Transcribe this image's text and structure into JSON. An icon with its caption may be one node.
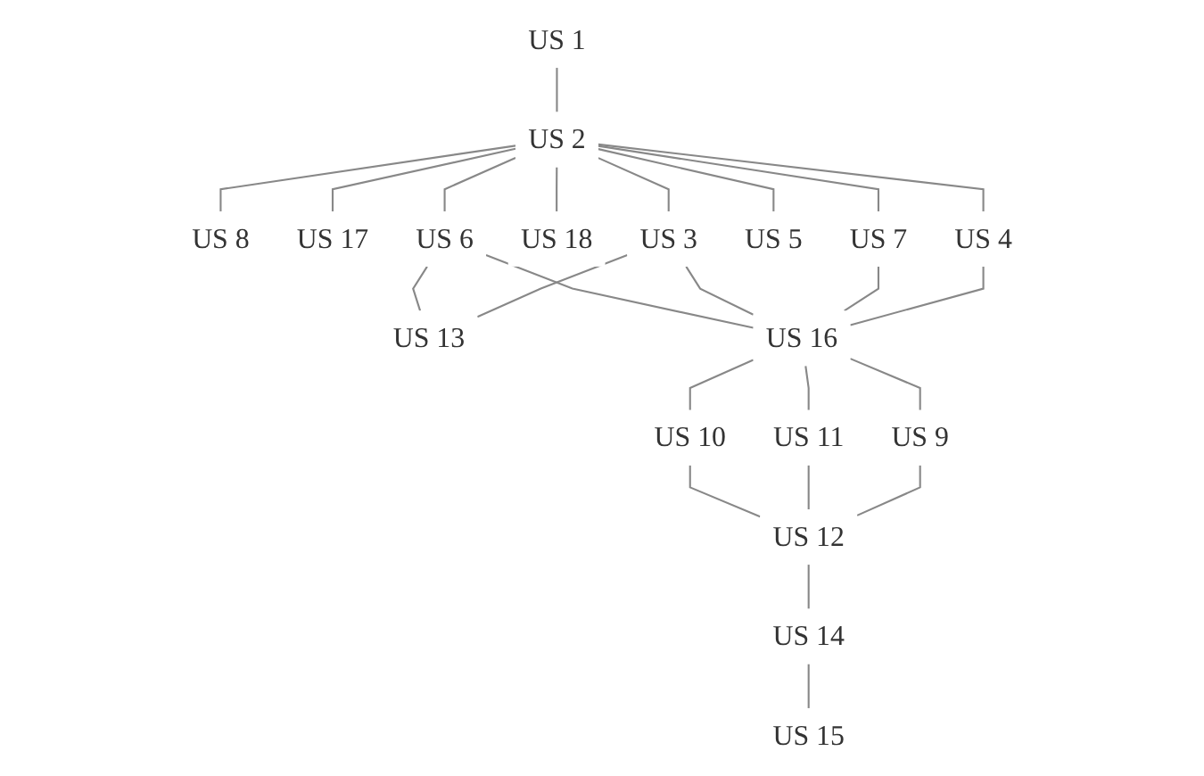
{
  "diagram": {
    "nodes": [
      {
        "text": [
          "US 1"
        ]
      },
      {
        "text": [
          "US 2"
        ]
      },
      {
        "text": [
          "US 8"
        ]
      },
      {
        "text": [
          "US 17"
        ]
      },
      {
        "text": [
          "US 6"
        ]
      },
      {
        "text": [
          "US 18"
        ]
      },
      {
        "text": [
          "US 3"
        ]
      },
      {
        "text": [
          "US 5"
        ]
      },
      {
        "text": [
          "US 7"
        ]
      },
      {
        "text": [
          "US 4"
        ]
      },
      {
        "text": [
          "US 13"
        ]
      },
      {
        "text": [
          "US 16"
        ]
      },
      {
        "text": [
          "US 10"
        ]
      },
      {
        "text": [
          "US 11"
        ]
      },
      {
        "text": [
          "US 9"
        ]
      },
      {
        "text": [
          "US 12"
        ]
      },
      {
        "text": [
          "US 14"
        ]
      },
      {
        "text": [
          "US 15"
        ]
      }
    ],
    "edges": [
      {
        "from": 0,
        "to": 1,
        "arrow": "none"
      },
      {
        "from": 1,
        "to": 2,
        "arrow": "none"
      },
      {
        "from": 1,
        "to": 3,
        "arrow": "none"
      },
      {
        "from": 1,
        "to": 4,
        "arrow": "none"
      },
      {
        "from": 1,
        "to": 5,
        "arrow": "none"
      },
      {
        "from": 1,
        "to": 6,
        "arrow": "none"
      },
      {
        "from": 1,
        "to": 7,
        "arrow": "none"
      },
      {
        "from": 1,
        "to": 8,
        "arrow": "none"
      },
      {
        "from": 1,
        "to": 9,
        "arrow": "none"
      },
      {
        "from": 4,
        "to": 10,
        "arrow": "none"
      },
      {
        "from": 6,
        "to": 10,
        "arrow": "none"
      },
      {
        "from": 4,
        "to": 11,
        "arrow": "none"
      },
      {
        "from": 6,
        "to": 11,
        "arrow": "none"
      },
      {
        "from": 8,
        "to": 11,
        "arrow": "none"
      },
      {
        "from": 9,
        "to": 11,
        "arrow": "none"
      },
      {
        "from": 11,
        "to": 12,
        "arrow": "none"
      },
      {
        "from": 11,
        "to": 13,
        "arrow": "none"
      },
      {
        "from": 11,
        "to": 14,
        "arrow": "none"
      },
      {
        "from": 12,
        "to": 15,
        "arrow": "none"
      },
      {
        "from": 13,
        "to": 15,
        "arrow": "none"
      },
      {
        "from": 14,
        "to": 15,
        "arrow": "none"
      },
      {
        "from": 15,
        "to": 16,
        "arrow": "none"
      },
      {
        "from": 16,
        "to": 17,
        "arrow": "none"
      }
    ]
  }
}
